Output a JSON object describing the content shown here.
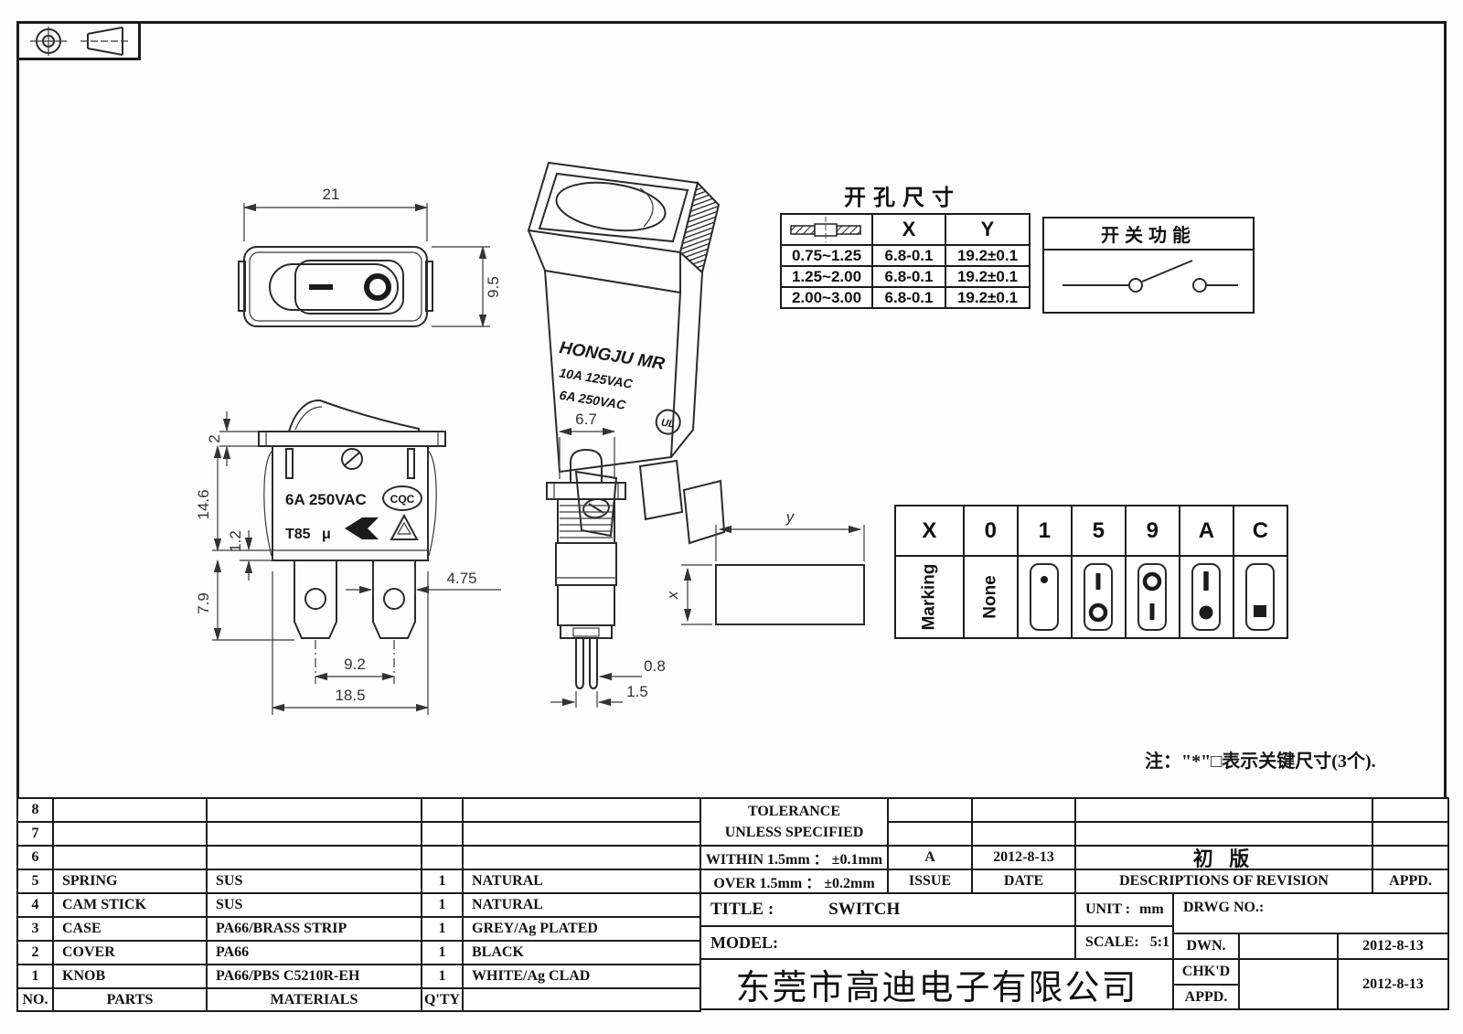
{
  "drawing": {
    "dims": {
      "top_width": "21",
      "top_height": "9.5",
      "flange": "2",
      "body_height": "14.6",
      "step": "1.2",
      "terminal_len": "7.9",
      "terminal_w": "4.75",
      "pitch": "9.2",
      "total_w": "18.5",
      "side_w": "6.7",
      "pin_w": "0.8",
      "pin_pitch": "1.5",
      "panel_x": "x",
      "panel_y": "y"
    },
    "perspective": {
      "brand": "HONGJU  MR",
      "rating1": "10A 125VAC",
      "rating2": "6A 250VAC",
      "ul": "UL"
    },
    "front_markings": {
      "rating": "6A 250VAC",
      "temp": "T85",
      "mu": "μ",
      "cqc": "CQC"
    }
  },
  "hole_table": {
    "title": "开孔尺寸",
    "col_x": "X",
    "col_y": "Y",
    "rows": [
      {
        "thickness": "0.75~1.25",
        "x": "6.8-0.1",
        "y": "19.2±0.1"
      },
      {
        "thickness": "1.25~2.00",
        "x": "6.8-0.1",
        "y": "19.2±0.1"
      },
      {
        "thickness": "2.00~3.00",
        "x": "6.8-0.1",
        "y": "19.2±0.1"
      }
    ]
  },
  "function_box": {
    "title": "开关功能"
  },
  "marking_table": {
    "headers": [
      "X",
      "0",
      "1",
      "5",
      "9",
      "A",
      "C"
    ],
    "row_label": "Marking",
    "none_label": "None"
  },
  "note": "注：\"*\"□表示关键尺寸(3个).",
  "bom": {
    "rows": [
      {
        "no": "8",
        "parts": "",
        "materials": "",
        "qty": "",
        "color": ""
      },
      {
        "no": "7",
        "parts": "",
        "materials": "",
        "qty": "",
        "color": ""
      },
      {
        "no": "6",
        "parts": "",
        "materials": "",
        "qty": "",
        "color": ""
      },
      {
        "no": "5",
        "parts": "SPRING",
        "materials": "SUS",
        "qty": "1",
        "color": "NATURAL"
      },
      {
        "no": "4",
        "parts": "CAM STICK",
        "materials": "SUS",
        "qty": "1",
        "color": "NATURAL"
      },
      {
        "no": "3",
        "parts": "CASE",
        "materials": "PA66/BRASS STRIP",
        "qty": "1",
        "color": "GREY/Ag PLATED"
      },
      {
        "no": "2",
        "parts": "COVER",
        "materials": "PA66",
        "qty": "1",
        "color": "BLACK"
      },
      {
        "no": "1",
        "parts": "KNOB",
        "materials": "PA66/PBS C5210R-EH",
        "qty": "1",
        "color": "WHITE/Ag CLAD"
      }
    ],
    "footer": {
      "no": "NO.",
      "parts": "PARTS",
      "materials": "MATERIALS",
      "qty": "Q'TY",
      "color": ""
    }
  },
  "title_block": {
    "tolerance_line1": "TOLERANCE",
    "tolerance_line2": "UNLESS   SPECIFIED",
    "within": "WITHIN  1.5mm ： ±0.1mm",
    "over": "OVER  1.5mm ： ±0.2mm",
    "issue_value": "A",
    "issue_date": "2012-8-13",
    "issue_label": "ISSUE",
    "date_label": "DATE",
    "revision_desc": "初  版",
    "revision_header": "DESCRIPTIONS  OF  REVISION",
    "appd_header": "APPD.",
    "title_label": "TITLE :",
    "title_value": "SWITCH",
    "unit_label": "UNIT :",
    "unit_value": "mm",
    "drwg_label": "DRWG  NO.:",
    "model_label": "MODEL:",
    "scale_label": "SCALE:",
    "scale_value": "5:1",
    "dwn_label": "DWN.",
    "dwn_date": "2012-8-13",
    "chkd_label": "CHK'D",
    "appd_label": "APPD.",
    "chkd_date": "2012-8-13",
    "company": "东莞市高迪电子有限公司"
  }
}
